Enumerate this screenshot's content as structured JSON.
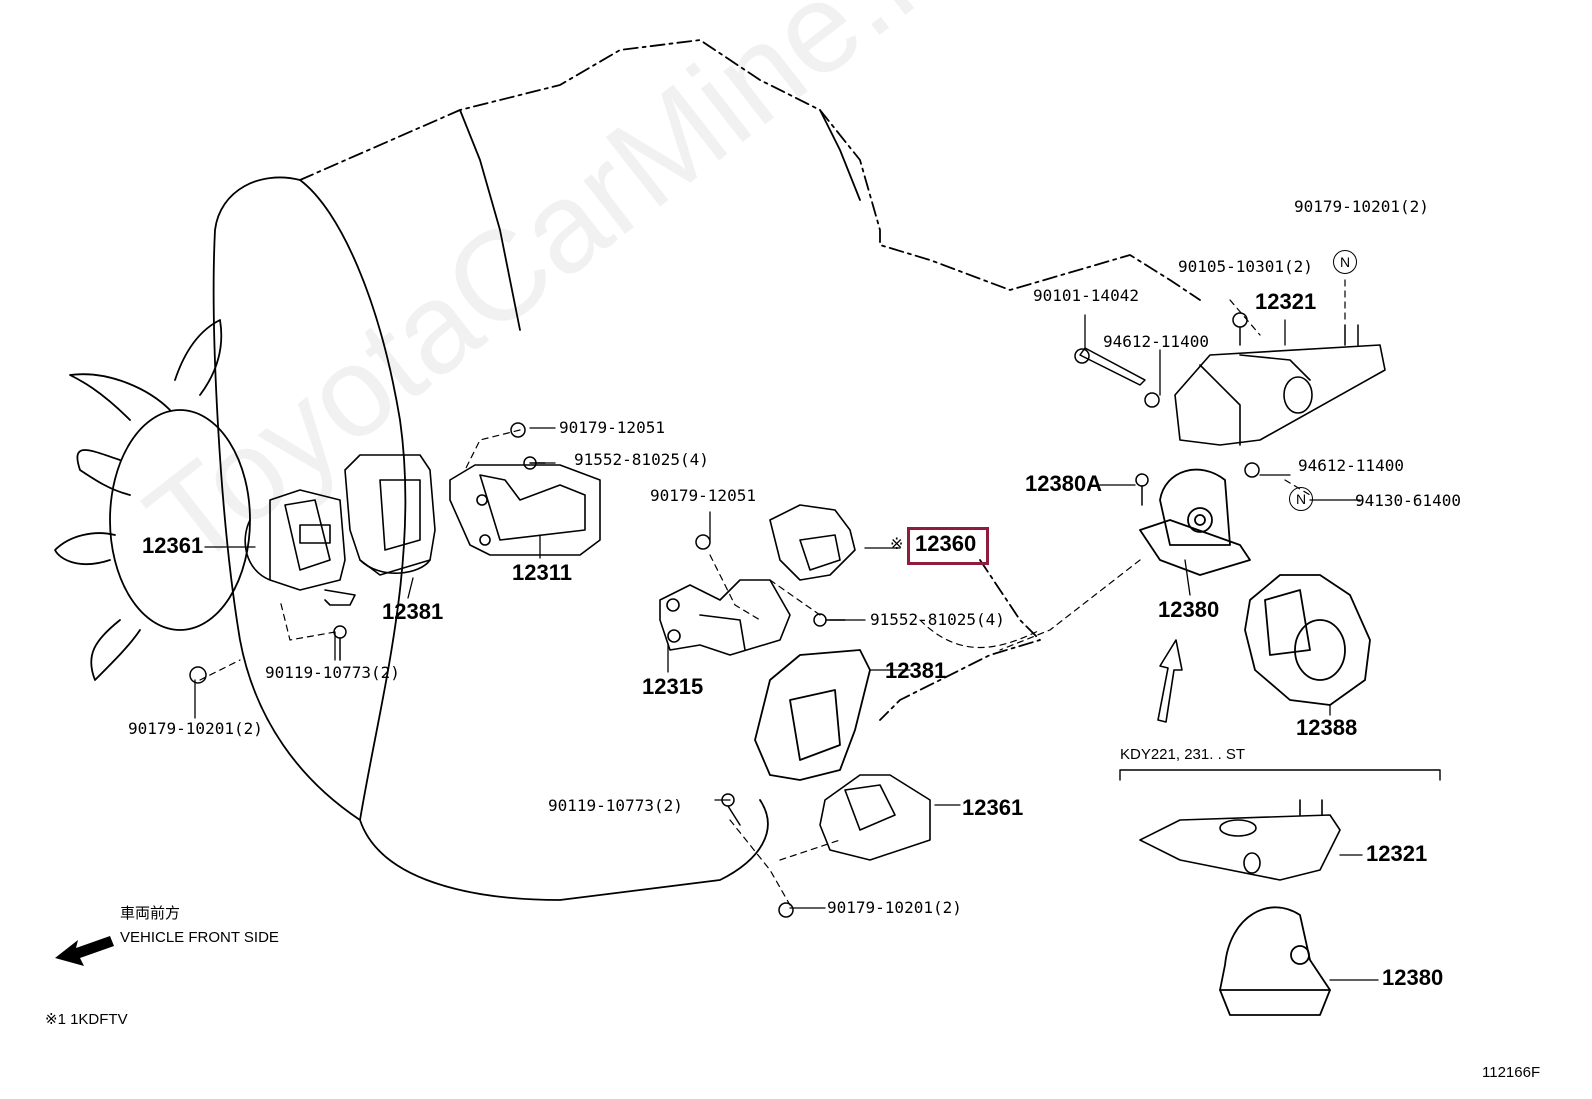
{
  "watermark": "ToyotaCarMine.ru",
  "parts": {
    "p12361_left": "12361",
    "p12381_left": "12381",
    "p12311": "12311",
    "p12315": "12315",
    "p12360": "12360",
    "p12360_mark": "※",
    "p12381_center": "12381",
    "p12361_center": "12361",
    "p12321_top": "12321",
    "p12380A": "12380A",
    "p12380": "12380",
    "p12388": "12388",
    "p12321_bottom": "12321",
    "p12380_bottom": "12380"
  },
  "fasteners": {
    "f90179_12051_a": "90179-12051",
    "f91552_81025_a": "91552-81025(4)",
    "f90179_12051_b": "90179-12051",
    "f91552_81025_b": "91552-81025(4)",
    "f90119_10773_a": "90119-10773(2)",
    "f90179_10201_a": "90179-10201(2)",
    "f90119_10773_b": "90119-10773(2)",
    "f90179_10201_b": "90179-10201(2)",
    "f90179_10201_c": "90179-10201(2)",
    "f90105_10301": "90105-10301(2)",
    "f90101_14042": "90101-14042",
    "f94612_11400_a": "94612-11400",
    "f94612_11400_b": "94612-11400",
    "f94130_61400": "94130-61400"
  },
  "circle_marks": {
    "n1": "N",
    "n2": "N"
  },
  "variant_label": "KDY221, 231. . ST",
  "front_direction": {
    "jp": "車両前方",
    "en": "VEHICLE FRONT SIDE"
  },
  "footnote": "※1 1KDFTV",
  "diagram_code": "112166F",
  "highlight_color": "#8e1c3c"
}
